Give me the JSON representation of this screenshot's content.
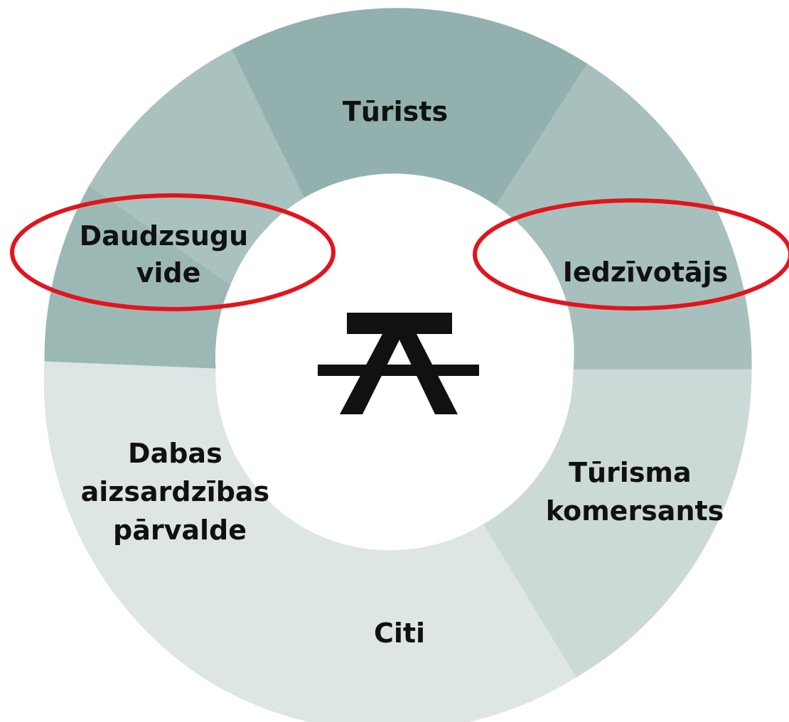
{
  "segments": [
    {
      "id": "turists",
      "lines": [
        "Tūrists"
      ],
      "color": "#92b1ae",
      "highlighted": false
    },
    {
      "id": "iedzivotajs",
      "lines": [
        "Iedzīvotājs"
      ],
      "color": "#a7c0bd",
      "highlighted": true
    },
    {
      "id": "turisma-komersants",
      "lines": [
        "Tūrisma",
        "komersants"
      ],
      "color": "#cbd9d7",
      "highlighted": false
    },
    {
      "id": "citi",
      "lines": [
        "Citi"
      ],
      "color": "#dde6e5",
      "highlighted": false
    },
    {
      "id": "dabas-parvalde",
      "lines": [
        "Dabas",
        "aizsardzības",
        "pārvalde"
      ],
      "color": "#dde6e5",
      "highlighted": false
    },
    {
      "id": "daudzsugu-vide",
      "lines": [
        "Daudzsugu",
        "vide"
      ],
      "color": "#9cb8b5",
      "highlighted": true
    },
    {
      "id": "top-left-filler",
      "lines": [],
      "color": "#a9c2bf",
      "highlighted": false
    }
  ],
  "center_icon": "picnic-table-icon",
  "colors": {
    "highlight": "#e3141c",
    "icon": "#111111",
    "center": "#ffffff"
  }
}
